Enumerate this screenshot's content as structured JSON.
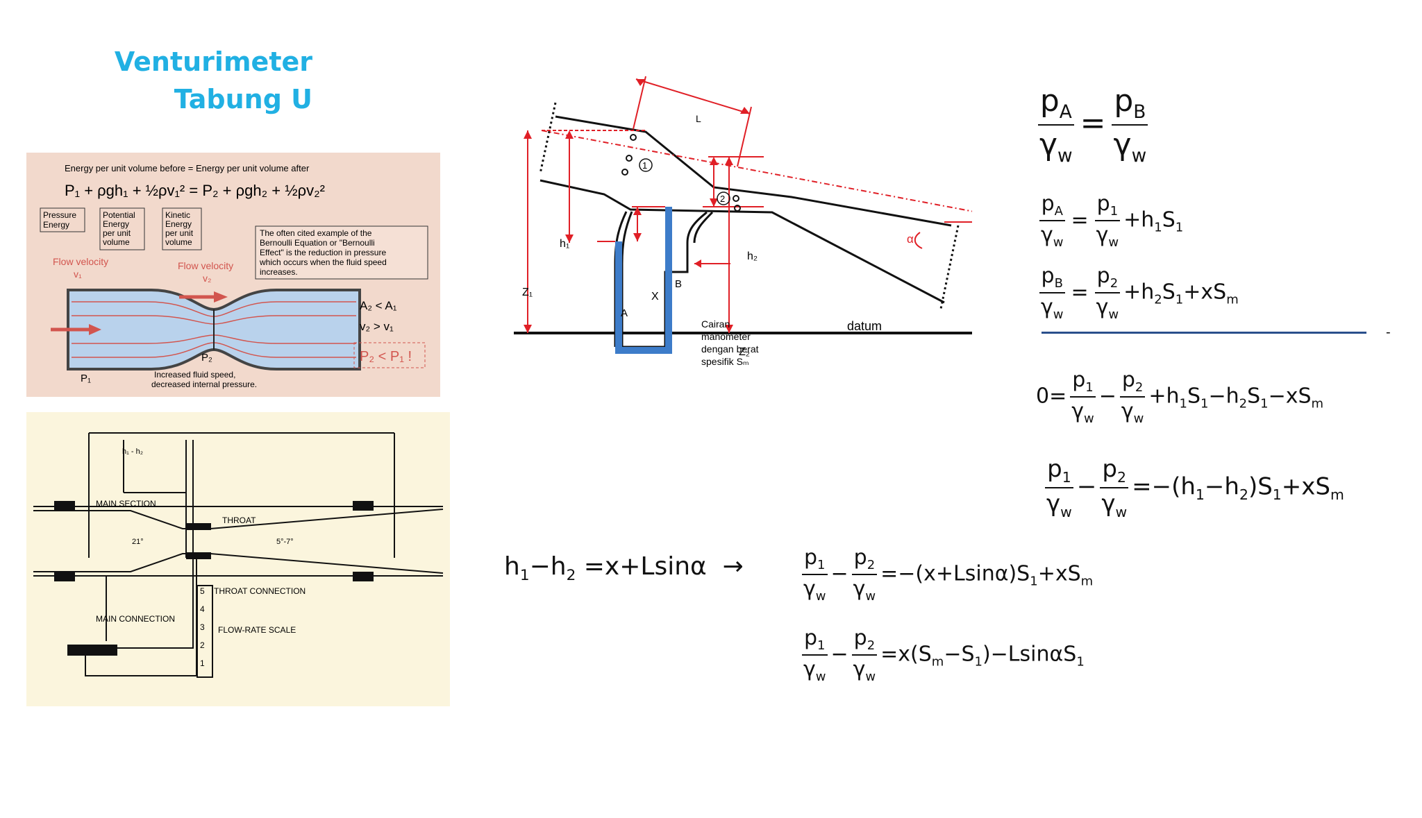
{
  "title": {
    "line1": "Venturimeter",
    "line2": "Tabung U"
  },
  "bernoulli_panel": {
    "heading": "Energy per unit volume before = Energy per unit volume after",
    "labels": [
      "Pressure Energy",
      "Potential Energy per unit volume",
      "Kinetic Energy per unit volume"
    ],
    "note": "The often cited example of the Bernoulli Equation or \"Bernoulli Effect\" is the reduction in pressure which occurs when the fluid speed increases.",
    "flow_v1": "Flow velocity",
    "flow_v2": "Flow velocity",
    "v1": "v1",
    "v2": "v2",
    "p1": "P1",
    "p2": "P2",
    "relations": [
      "A2 < A1",
      "v2 > v1",
      "P2 < P1 !"
    ],
    "caption1": "Increased fluid speed,",
    "caption2": "decreased internal pressure."
  },
  "venturi_drawing": {
    "labels": [
      "h1 - h2",
      "MAIN SECTION",
      "THROAT",
      "THROAT CONNECTION",
      "MAIN CONNECTION",
      "FLOW-RATE SCALE",
      "21°",
      "5°-7°"
    ],
    "scale": [
      "5",
      "4",
      "3",
      "2",
      "1"
    ]
  },
  "diagram": {
    "L": "L",
    "point1": "1",
    "point2": "2",
    "h1": "h1",
    "h2": "h2",
    "z1": "Z1",
    "z2": "Z2",
    "A": "A",
    "B": "B",
    "x": "X",
    "alpha": "α",
    "fluid_note": [
      "Cairan",
      "manometer",
      "dengan berat",
      "spesifik Sm"
    ],
    "datum": "datum"
  },
  "equations": {
    "eq1": "pA/γw = pB/γw",
    "eq2": "pA/γw = p1/γw + h1S1",
    "eq3": "pB/γw = p2/γw + h2S1 + xSm",
    "eq4": "0 = p1/γw − p2/γw + h1S1 − h2S1 − xSm",
    "eq5": "p1/γw − p2/γw = −(h1 − h2)S1 + xSm",
    "eq6": "h1 − h2 = x + Lsinα →",
    "eq7": "p1/γw − p2/γw = −(x + Lsinα)S1 + xSm",
    "eq8": "p1/γw − p2/γw = x(Sm − S1) − LsinαS1",
    "dash": "-"
  },
  "colors": {
    "accent": "#21b0e3",
    "red": "#e01f26",
    "manometer": "#3d7cc9",
    "divider": "#2a4f8c"
  }
}
